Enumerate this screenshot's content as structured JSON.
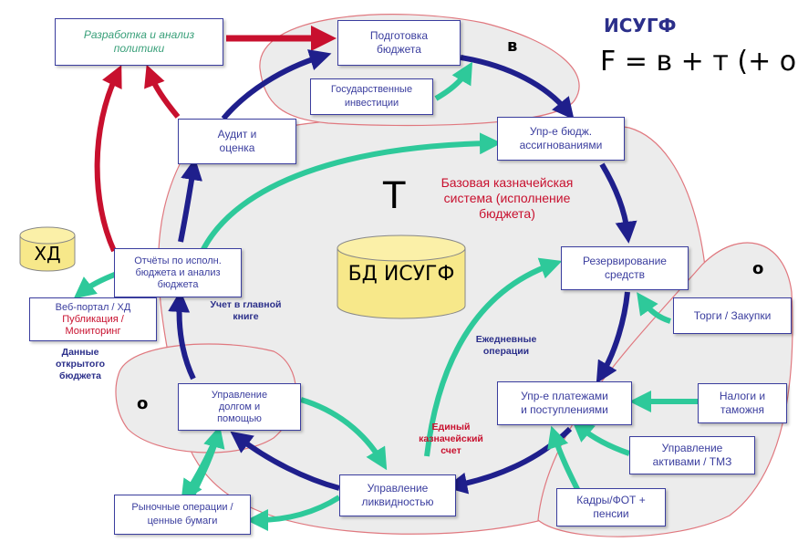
{
  "title": "ИСУГФ",
  "formula": "F = в + т (+ о)",
  "letters": {
    "b": "в",
    "t": "Т",
    "o_right": "о",
    "o_left": "о"
  },
  "core_label": [
    "Базовая казначейская",
    "система (исполнение",
    "бюджета)"
  ],
  "db": {
    "main": "БД ИСУГФ",
    "hd": "ХД"
  },
  "boxes": {
    "policy": [
      "Разработка и анализ",
      "политики"
    ],
    "budget_prep": [
      "Подготовка",
      "бюджета"
    ],
    "gov_invest": [
      "Государственные",
      "инвестиции"
    ],
    "audit": [
      "Аудит и",
      "оценка"
    ],
    "appropriations": [
      "Упр-е бюдж.",
      "ассигнованиями"
    ],
    "reports": [
      "Отчёты по исполн.",
      "бюджета и анализ",
      "бюджета"
    ],
    "reservation": [
      "Резервирование",
      "средств"
    ],
    "portal": [
      "Веб-портал / ХД",
      "Публикация /",
      "Мониторинг"
    ],
    "procurement": [
      "Торги / Закупки"
    ],
    "payments": [
      "Упр-е платежами",
      "и поступлениями"
    ],
    "taxes": [
      "Налоги и",
      "таможня"
    ],
    "debt": [
      "Управление",
      "долгом и",
      "помощью"
    ],
    "assets": [
      "Управление",
      "активами / ТМЗ"
    ],
    "liquidity": [
      "Управление",
      "ликвидностью"
    ],
    "hr": [
      "Кадры/ФОТ +",
      "пенсии"
    ],
    "market": [
      "Рыночные операции /",
      "ценные бумаги"
    ]
  },
  "labels": {
    "general_ledger": [
      "Учет в главной",
      "книге"
    ],
    "daily_ops": [
      "Ежедневные",
      "операции"
    ],
    "open_budget": [
      "Данные",
      "открытого",
      "бюджета"
    ],
    "tsa": [
      "Единый",
      "казначейский",
      "счет"
    ]
  },
  "colors": {
    "navy": "#1f1f8c",
    "green": "#2ec99a",
    "red": "#c8102e",
    "outline": "#e0787f",
    "fill": "#ececec",
    "box_text": "#3a3d9e"
  }
}
